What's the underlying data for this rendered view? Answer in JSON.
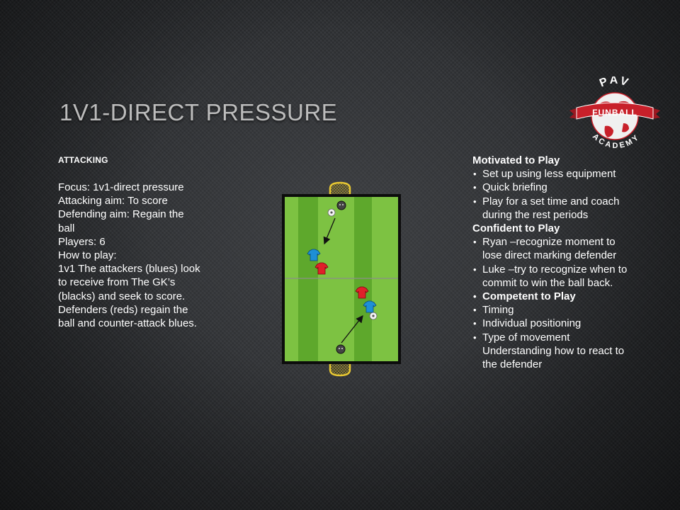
{
  "title": "1V1-DIRECT PRESSURE",
  "logo": {
    "top_text": "PAV",
    "banner_text": "FUNBALL",
    "bottom_text": "ACADEMY",
    "colors": {
      "red": "#c8202a",
      "globe": "#e8e8e8"
    }
  },
  "left": {
    "heading": "ATTACKING",
    "lines": [
      "Focus: 1v1-direct pressure",
      "Attacking aim:  To score",
      "Defending aim: Regain the ball",
      "Players: 6",
      "How to play:",
      "1v1 The attackers (blues) look to receive from The GK’s (blacks) and seek to score. Defenders (reds) regain the ball and counter-attack blues."
    ]
  },
  "right": {
    "group1": {
      "heading": "Motivated to Play",
      "items": [
        "Set up using less equipment",
        "Quick briefing",
        "Play for a set time and coach during the rest periods"
      ]
    },
    "group2": {
      "heading": "Confident to Play",
      "items": [
        "Ryan –recognize moment to lose direct marking defender",
        "Luke –try to recognize when to commit to win the ball back."
      ]
    },
    "group3": {
      "items": [
        "Competent to Play",
        "Timing",
        "Individual positioning",
        "Type of movement Understanding how to react to the defender"
      ]
    }
  },
  "diagram": {
    "colors": {
      "pitch_light": "#7dc242",
      "pitch_dark": "#5ea82c",
      "attacker": "#1e8fd6",
      "defender": "#e0202a",
      "goalkeeper": "#333333",
      "goal": "#e8c832"
    }
  }
}
